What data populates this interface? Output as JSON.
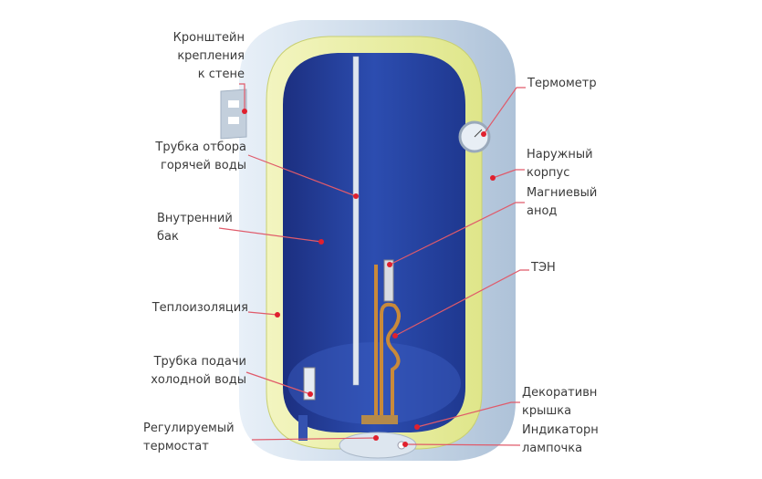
{
  "title": "Устройство накопительного водонагревателя",
  "colors": {
    "outer": "#cfdceb",
    "insulation": "#e9eea0",
    "inner": "#26409a",
    "pointer": "#e05a6a",
    "dot": "#e0202e",
    "text": "#3a3a3a"
  },
  "labels_left": [
    {
      "lines": [
        "Кронштейн",
        "крепления",
        "к стене"
      ]
    },
    {
      "lines": [
        "Трубка отбора",
        "горячей воды"
      ]
    },
    {
      "lines": [
        "Внутренний",
        "бак"
      ]
    },
    {
      "lines": [
        "Теплоизоляция"
      ]
    },
    {
      "lines": [
        "Трубка подачи",
        "холодной воды"
      ]
    },
    {
      "lines": [
        "Регулируемый",
        "термостат"
      ]
    }
  ],
  "labels_right": [
    {
      "lines": [
        "Термометр"
      ]
    },
    {
      "lines": [
        "Наружный",
        "корпус"
      ]
    },
    {
      "lines": [
        "Магниевый",
        "анод"
      ]
    },
    {
      "lines": [
        "ТЭН"
      ]
    },
    {
      "lines": [
        "Декоративн",
        "крышка"
      ]
    },
    {
      "lines": [
        "Индикаторн",
        "лампочка"
      ]
    }
  ]
}
